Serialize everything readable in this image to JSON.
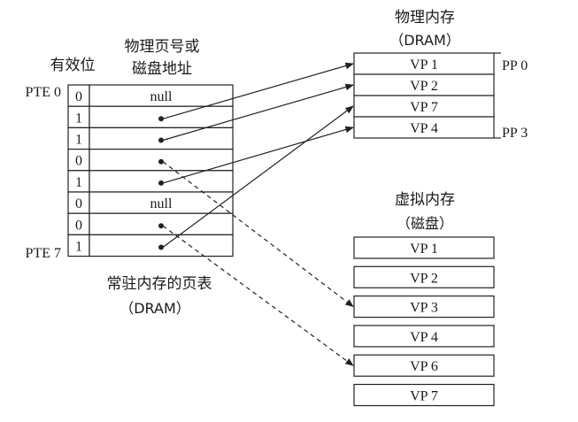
{
  "page_table": {
    "header_valid": "有效位",
    "header_addr_line1": "物理页号或",
    "header_addr_line2": "磁盘地址",
    "pte_first_label": "PTE 0",
    "pte_last_label": "PTE 7",
    "caption_line1": "常驻内存的页表",
    "caption_line2": "（DRAM）",
    "rows": [
      {
        "valid": "0",
        "addr": "null"
      },
      {
        "valid": "1",
        "addr": ""
      },
      {
        "valid": "1",
        "addr": ""
      },
      {
        "valid": "0",
        "addr": ""
      },
      {
        "valid": "1",
        "addr": ""
      },
      {
        "valid": "0",
        "addr": "null"
      },
      {
        "valid": "0",
        "addr": ""
      },
      {
        "valid": "1",
        "addr": ""
      }
    ]
  },
  "physical_memory": {
    "title_line1": "物理内存",
    "title_line2": "（DRAM）",
    "pages": [
      "VP 1",
      "VP 2",
      "VP 7",
      "VP 4"
    ],
    "pp_first_label": "PP 0",
    "pp_last_label": "PP 3"
  },
  "virtual_memory": {
    "title_line1": "虚拟内存",
    "title_line2": "（磁盘）",
    "pages": [
      "VP 1",
      "VP 2",
      "VP 3",
      "VP 4",
      "VP 6",
      "VP 7"
    ]
  },
  "mappings": [
    {
      "pte": 1,
      "target": "physical",
      "index": 0,
      "style": "solid"
    },
    {
      "pte": 2,
      "target": "physical",
      "index": 1,
      "style": "solid"
    },
    {
      "pte": 3,
      "target": "virtual",
      "index": 2,
      "style": "dashed"
    },
    {
      "pte": 4,
      "target": "physical",
      "index": 3,
      "style": "solid"
    },
    {
      "pte": 6,
      "target": "virtual",
      "index": 4,
      "style": "dashed"
    },
    {
      "pte": 7,
      "target": "physical",
      "index": 2,
      "style": "solid"
    }
  ]
}
